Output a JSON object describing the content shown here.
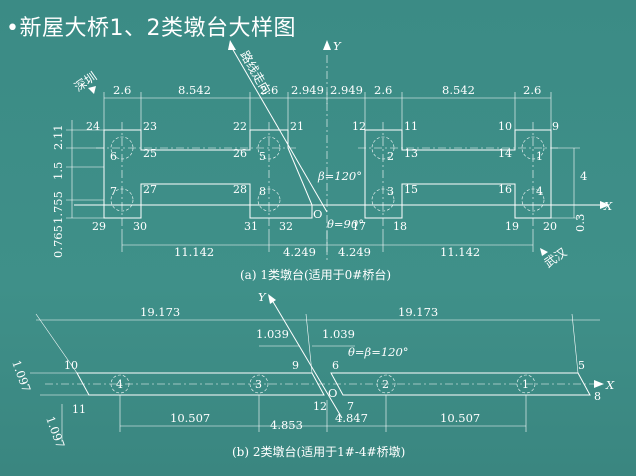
{
  "title": "•新屋大桥1、2类墩台大样图",
  "top": {
    "caption": "(a) 1类墩台(适用于0#桥台)",
    "dims_top": [
      "2.6",
      "8.542",
      "2.6",
      "2.949",
      "2.949",
      "2.6",
      "8.542",
      "2.6"
    ],
    "dims_bottom": [
      "11.142",
      "4.249",
      "4.249",
      "11.142"
    ],
    "dims_left": [
      "2.11",
      "1.5",
      "1.755",
      "0.765"
    ],
    "dims_right": [
      "4",
      "0.3"
    ],
    "nodes": [
      "24",
      "23",
      "22",
      "21",
      "6",
      "25",
      "26",
      "5",
      "7",
      "27",
      "28",
      "8",
      "29",
      "30",
      "31",
      "32",
      "12",
      "11",
      "10",
      "9",
      "2",
      "13",
      "14",
      "1",
      "3",
      "15",
      "16",
      "4",
      "17",
      "18",
      "19",
      "20"
    ],
    "piles": [
      "6",
      "5",
      "7",
      "8",
      "2",
      "1",
      "3",
      "4"
    ],
    "labels": {
      "shenzhen": "深圳",
      "wuhan": "武汉",
      "road_dir": "路线走向",
      "beta": "β=120°",
      "theta": "θ=90°",
      "origin": "O",
      "y": "Y",
      "x": "X"
    }
  },
  "bottom": {
    "caption": "(b) 2类墩台(适用于1#-4#桥墩)",
    "dims_top": [
      "19.173",
      "19.173"
    ],
    "dims_small": [
      "1.039",
      "1.039"
    ],
    "dims_bottom": [
      "10.507",
      "4.853",
      "4.847",
      "10.507"
    ],
    "dims_left": [
      "1.097",
      "1.097"
    ],
    "nodes": [
      "10",
      "11",
      "9",
      "6",
      "12",
      "7",
      "5",
      "8"
    ],
    "piles": [
      "4",
      "3",
      "2",
      "1"
    ],
    "labels": {
      "angle": "θ=β=120°",
      "origin": "O",
      "y": "Y",
      "x": "X"
    }
  }
}
